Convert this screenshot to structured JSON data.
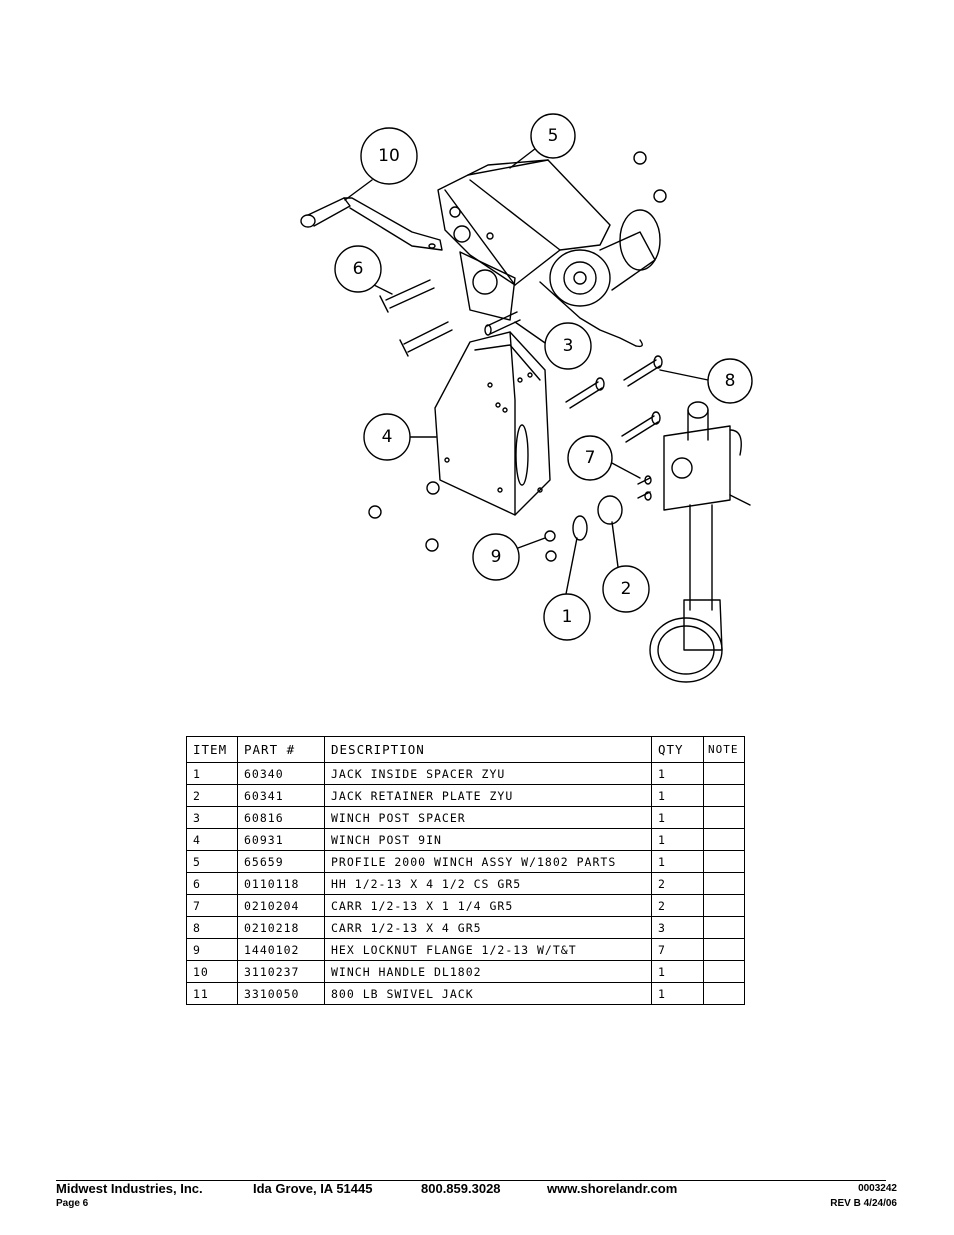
{
  "callouts": [
    "10",
    "5",
    "6",
    "3",
    "8",
    "4",
    "7",
    "9",
    "2",
    "1"
  ],
  "table": {
    "headers": [
      "ITEM",
      "PART #",
      "DESCRIPTION",
      "QTY",
      "NOTE"
    ],
    "rows": [
      [
        "1",
        "60340",
        "JACK INSIDE SPACER ZYU",
        "1",
        ""
      ],
      [
        "2",
        "60341",
        "JACK RETAINER PLATE ZYU",
        "1",
        ""
      ],
      [
        "3",
        "60816",
        "WINCH POST SPACER",
        "1",
        ""
      ],
      [
        "4",
        "60931",
        "WINCH POST 9IN",
        "1",
        ""
      ],
      [
        "5",
        "65659",
        "PROFILE 2000 WINCH ASSY W/1802 PARTS",
        "1",
        ""
      ],
      [
        "6",
        "0110118",
        "HH 1/2-13 X 4 1/2 CS GR5",
        "2",
        ""
      ],
      [
        "7",
        "0210204",
        "CARR 1/2-13 X 1 1/4 GR5",
        "2",
        ""
      ],
      [
        "8",
        "0210218",
        "CARR 1/2-13 X 4 GR5",
        "3",
        ""
      ],
      [
        "9",
        "1440102",
        "HEX LOCKNUT FLANGE 1/2-13 W/T&T",
        "7",
        ""
      ],
      [
        "10",
        "3110237",
        "WINCH HANDLE  DL1802",
        "1",
        ""
      ],
      [
        "11",
        "3310050",
        "800 LB SWIVEL JACK",
        "1",
        ""
      ]
    ]
  },
  "footer": {
    "company": "Midwest Industries, Inc.",
    "city": "Ida Grove, IA  51445",
    "phone": "800.859.3028",
    "website": "www.shorelandr.com",
    "page": "Page 6",
    "doc_number": "0003242",
    "revision": "REV B  4/24/06"
  }
}
